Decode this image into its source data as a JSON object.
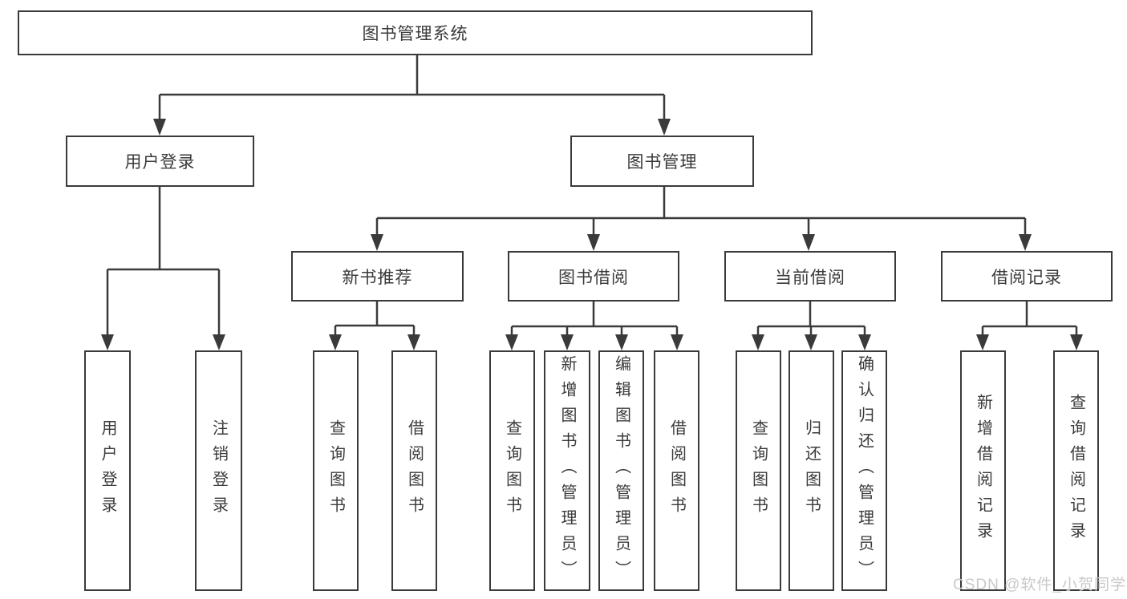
{
  "nodes": {
    "root": "图书管理系统",
    "level2": [
      "用户登录",
      "图书管理"
    ],
    "level3": [
      "新书推荐",
      "图书借阅",
      "当前借阅",
      "借阅记录"
    ],
    "leaves": [
      "用户登录",
      "注销登录",
      "查询图书",
      "借阅图书",
      "查询图书",
      "新增图书（管理员）",
      "编辑图书（管理员）",
      "借阅图书",
      "查询图书",
      "归还图书",
      "确认归还（管理员）",
      "新增借阅记录",
      "查询借阅记录"
    ]
  },
  "watermark": {
    "text": "CSDN @软件_小贺同学"
  },
  "colors": {
    "line": "#3a3a3a",
    "text": "#3a3a3a",
    "watermark": "#c9c9c9",
    "background": "#ffffff"
  }
}
